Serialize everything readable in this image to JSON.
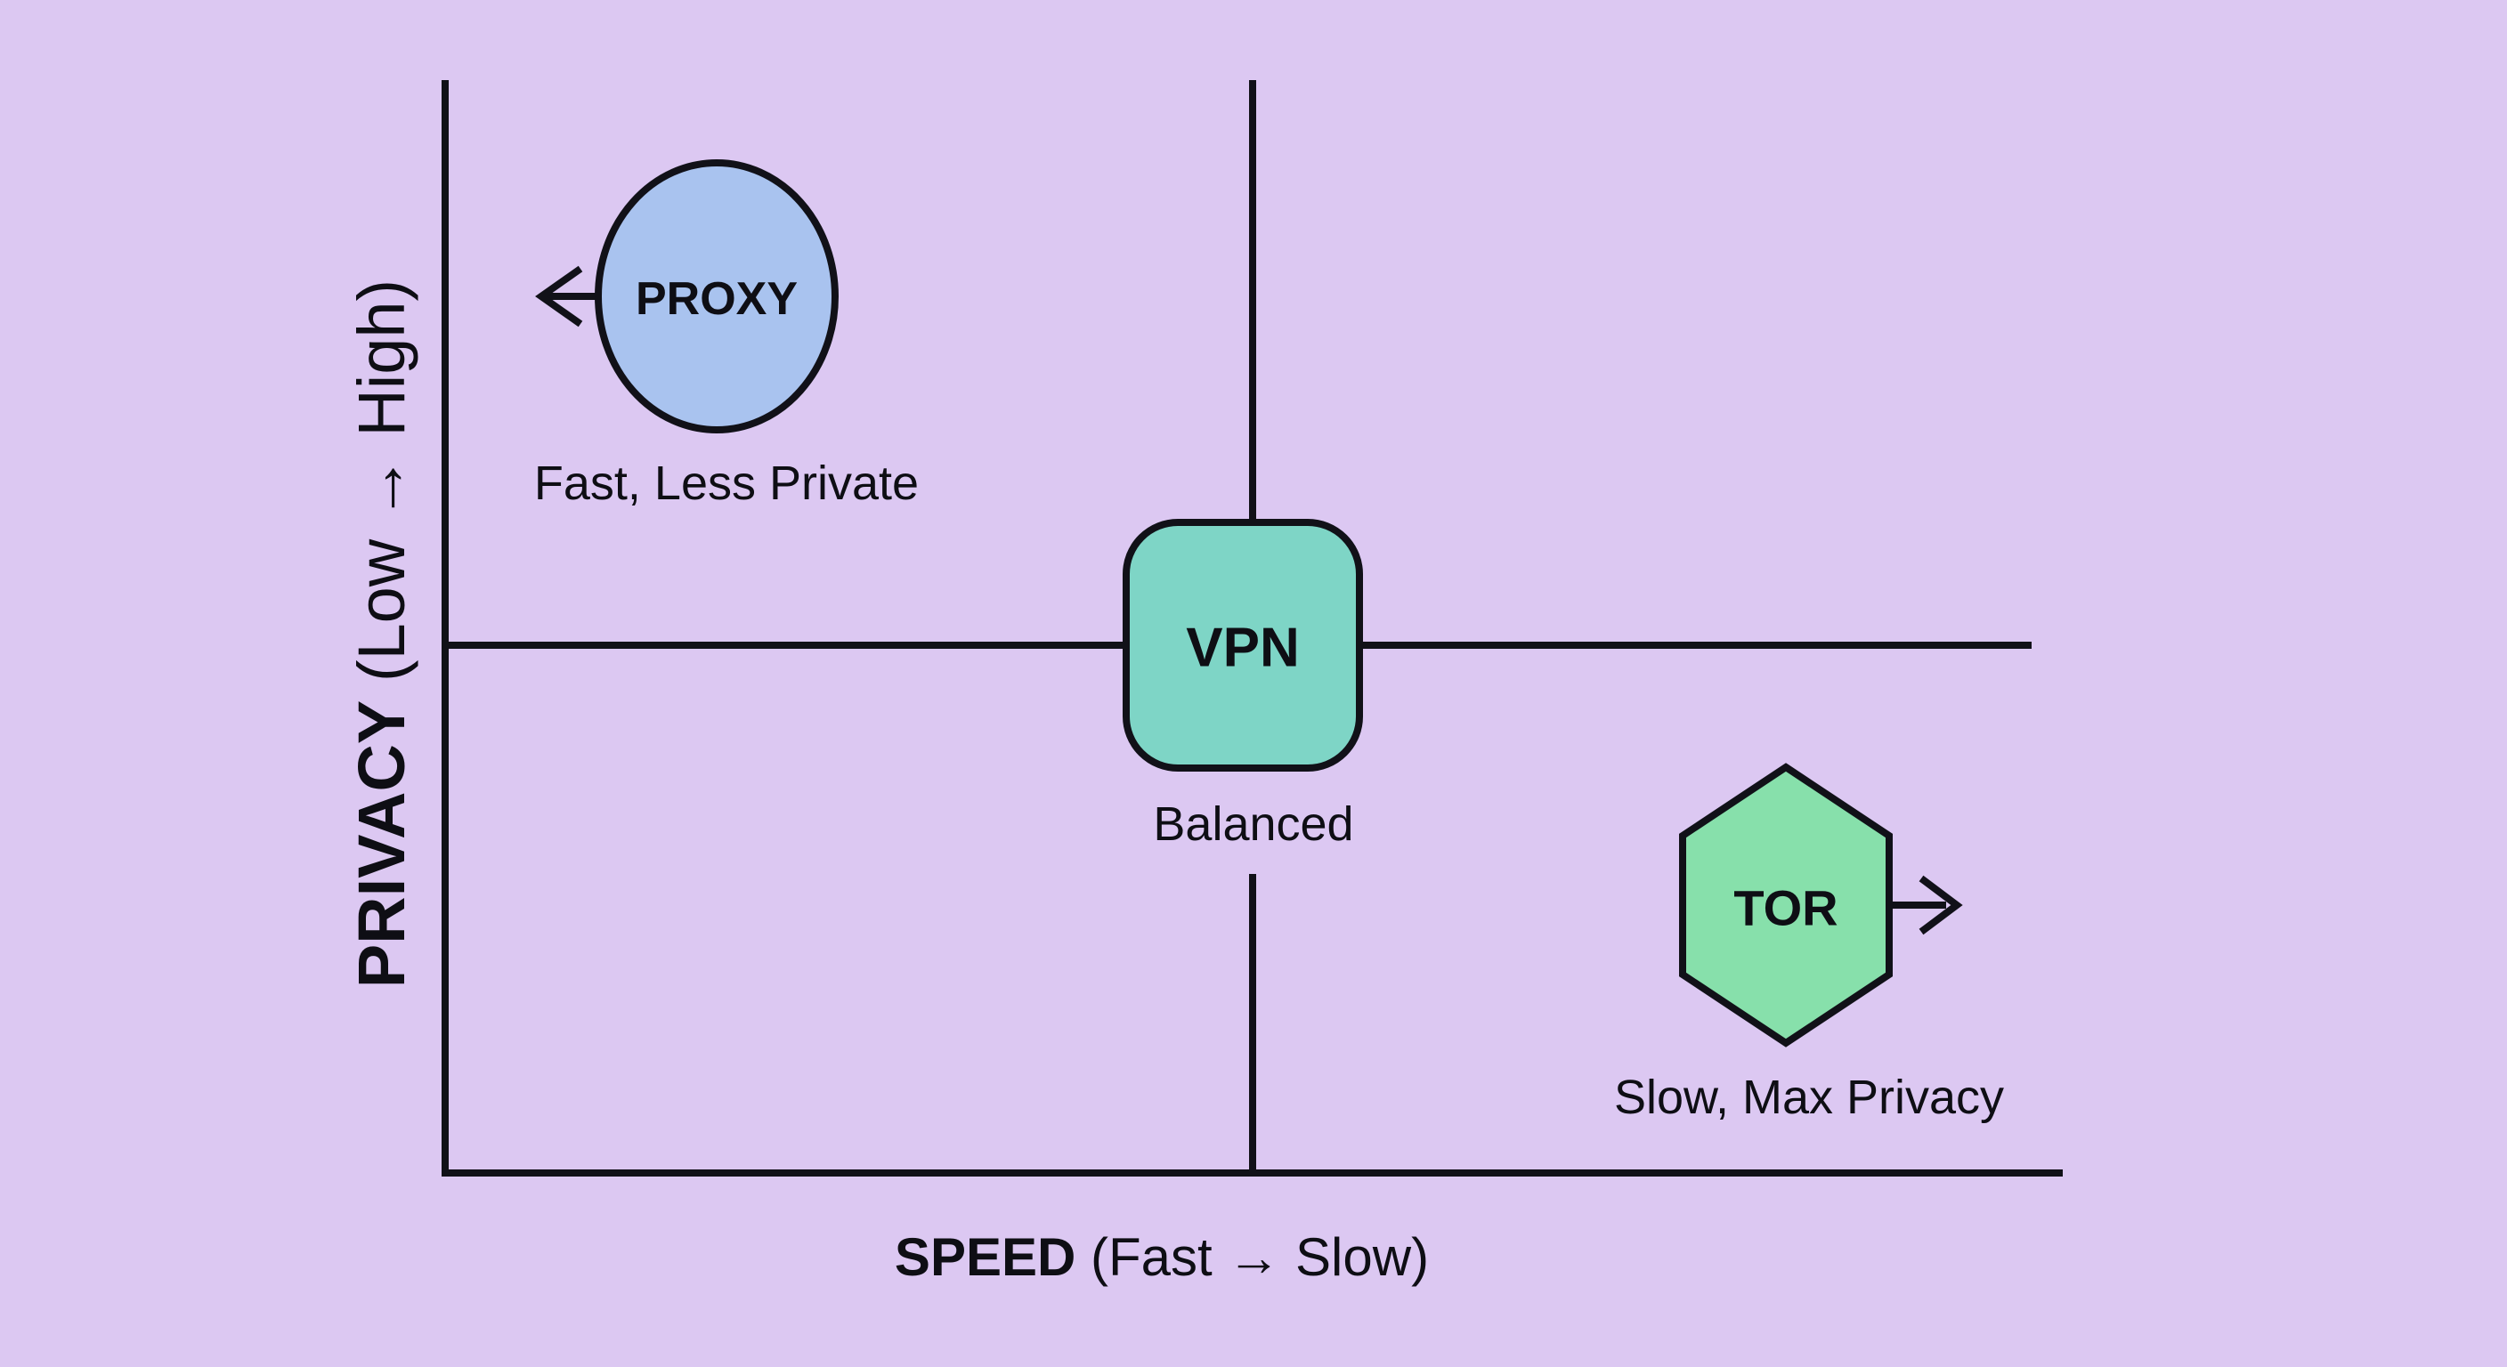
{
  "title": "Privacy vs Speed quadrant diagram",
  "colors": {
    "background": "#dcc8f2",
    "stroke": "#111118",
    "text": "#0e0e14",
    "proxy_fill": "#a9c3ef",
    "vpn_fill": "#7ed5c6",
    "tor_fill": "#87e0ab"
  },
  "axes": {
    "y_label_bold": "PRIVACY",
    "y_label_rest": " (Low → High)",
    "x_label_bold": "SPEED",
    "x_label_rest": " (Fast → Slow)"
  },
  "nodes": [
    {
      "id": "proxy",
      "label": "PROXY",
      "caption": "Fast, Less Private",
      "shape": "circle",
      "arrow": "left-arrow",
      "quadrant": "top-left"
    },
    {
      "id": "vpn",
      "label": "VPN",
      "caption": "Balanced",
      "shape": "rounded-square",
      "arrow": "none",
      "quadrant": "center"
    },
    {
      "id": "tor",
      "label": "TOR",
      "caption": "Slow, Max Privacy",
      "shape": "hexagon",
      "arrow": "right-arrow",
      "quadrant": "bottom-right"
    }
  ]
}
